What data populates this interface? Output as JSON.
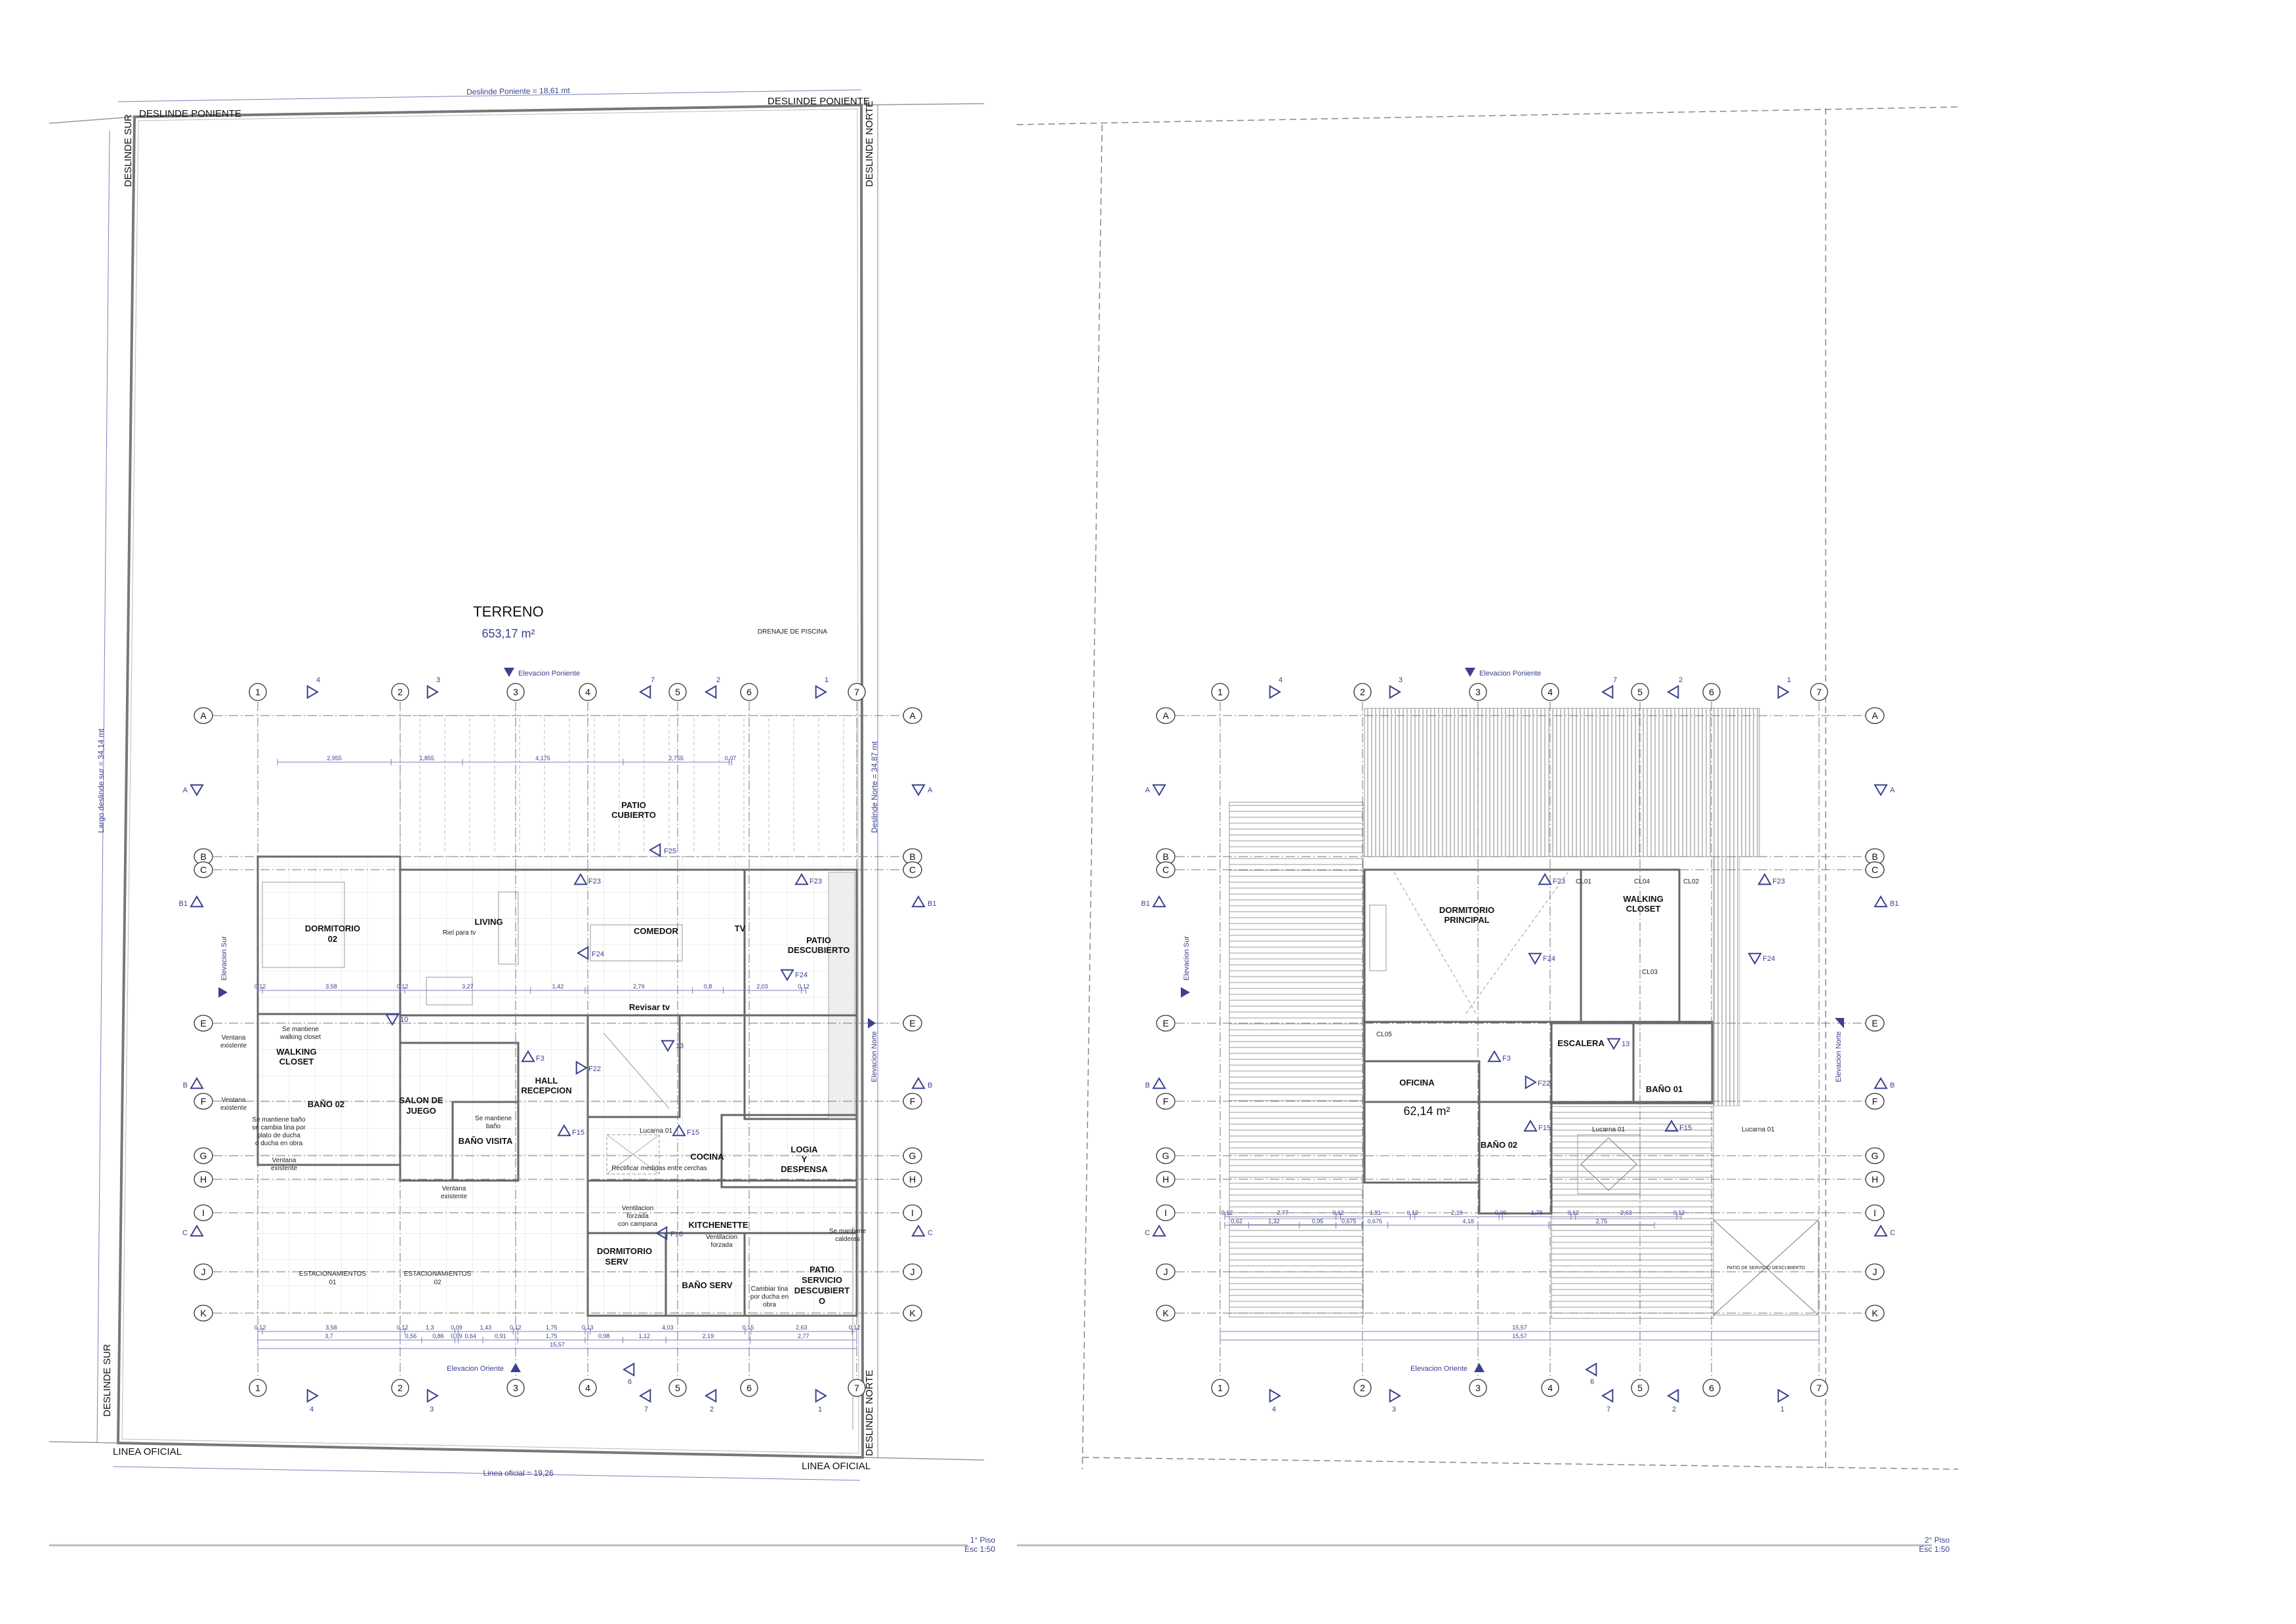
{
  "site": {
    "deslinde_poniente_label": "DESLINDE PONIENTE",
    "deslinde_poniente_dim": "Deslinde Poniente = 18,61 mt",
    "deslinde_sur_label": "DESLINDE SUR",
    "deslinde_norte_label": "DESLINDE NORTE",
    "largo_deslinde_sur": "Largo deslinde sur = 34,14 mt",
    "deslinde_norte_dim": "Deslinde Norte = 34,87 mt",
    "linea_oficial_label": "LINEA OFICIAL",
    "linea_oficial_dim": "Linea oficial = 19,26",
    "terreno_title": "TERRENO",
    "terreno_area": "653,17 m²",
    "drenaje": "DRENAJE DE PISCINA"
  },
  "grid": {
    "columns": [
      "1",
      "2",
      "3",
      "4",
      "5",
      "6",
      "7"
    ],
    "rows": [
      "A",
      "B",
      "C",
      "E",
      "F",
      "G",
      "H",
      "I",
      "J",
      "K"
    ]
  },
  "elevations": {
    "poniente": "Elevacion Poniente",
    "oriente": "Elevacion Oriente",
    "sur": "Elevacion Sur",
    "norte": "Elevacion Norte"
  },
  "markers": {
    "sections": [
      "A",
      "B1",
      "B",
      "C"
    ],
    "views_top": [
      "4",
      "3",
      "7",
      "2",
      "1"
    ],
    "views_bottom": [
      "4",
      "3",
      "6",
      "7",
      "2",
      "1"
    ],
    "refs": [
      "F23",
      "F24",
      "F25",
      "F3",
      "F15",
      "F16",
      "F22",
      "10",
      "13"
    ]
  },
  "plan1": {
    "sheet_title": "1° Piso",
    "sheet_scale": "Esc 1:50",
    "rooms": {
      "patio_cubierto": [
        "PATIO",
        "CUBIERTO"
      ],
      "dormitorio_02": [
        "DORMITORIO",
        "02"
      ],
      "living": "LIVING",
      "riel_tv": "Riel para tv",
      "comedor": "COMEDOR",
      "tv": "TV",
      "patio_descubierto": [
        "PATIO",
        "DESCUBIERTO"
      ],
      "walking_closet": [
        "WALKING",
        "CLOSET"
      ],
      "se_mantiene_walking": [
        "Se mantiene",
        "walking closet"
      ],
      "bano_02": "BAÑO 02",
      "salon_juego": [
        "SALON DE",
        "JUEGO"
      ],
      "bano_visita": "BAÑO VISITA",
      "se_mantiene_bano": [
        "Se mantiene",
        "baño"
      ],
      "hall": [
        "HALL",
        "RECEPCION"
      ],
      "revisar_tv": "Revisar tv",
      "lucarna": "Lucarna 01",
      "cocina": "COCINA",
      "rectificar": "Rectificar medidas entre cerchas",
      "logia": [
        "LOGIA",
        "Y",
        "DESPENSA"
      ],
      "kitchenette": "KITCHENETTE",
      "vent_campana": [
        "Ventilacion",
        "forzada",
        "con campana"
      ],
      "vent_forzada": [
        "Ventilacion",
        "forzada"
      ],
      "dormitorio_serv": [
        "DORMITORIO",
        "SERV"
      ],
      "bano_serv": "BAÑO SERV",
      "cambiar_tina": [
        "Cambiar tina",
        "por ducha en",
        "obra"
      ],
      "patio_servicio": [
        "PATIO",
        "SERVICIO",
        "DESCUBIERT",
        "O"
      ],
      "calderas": [
        "Se mantiene",
        "calderas"
      ],
      "cambia_tina_bano": [
        "Se mantiene baño",
        "se cambia tina por",
        "plato de ducha",
        "o ducha en obra"
      ],
      "estacionamiento_01": [
        "ESTACIONAMIENTOS",
        "01"
      ],
      "estacionamiento_02": [
        "ESTACIONAMIENTOS",
        "02"
      ],
      "ventana_existente": [
        "Ventana",
        "existente"
      ]
    },
    "dims_row1": [
      "0,12",
      "3,58",
      "0,12",
      "1,3",
      "0,09",
      "1,43",
      "0,12",
      "1,75",
      "0,13",
      "4,03",
      "0,15",
      "2,63",
      "0,12"
    ],
    "dims_row2": [
      "3,7",
      "0,56",
      "0,86",
      "0,09",
      "0,64",
      "0,91",
      "1,75",
      "0,98",
      "1,12",
      "2,19",
      "2,77"
    ],
    "dims_total": "15,57",
    "dims_top": [
      "2,955",
      "1,855",
      "4,175",
      "2,755",
      "0,07"
    ],
    "dims_mid": [
      "0,12",
      "3,58",
      "0,12",
      "3,27",
      "1,42",
      "2,79",
      "0,8",
      "2,03",
      "0,12"
    ]
  },
  "plan2": {
    "sheet_title": "2° Piso",
    "sheet_scale": "Esc 1:50",
    "rooms": {
      "dormitorio_principal": [
        "DORMITORIO",
        "PRINCIPAL"
      ],
      "walking_closet": [
        "WALKING",
        "CLOSET"
      ],
      "escalera": "ESCALERA",
      "bano_01": "BAÑO 01",
      "oficina": "OFICINA",
      "area": "62,14 m²",
      "bano_02": "BAÑO 02",
      "lucarna": "Lucarna 01",
      "patio_servicio": "PATIO DE SERVICIO DESCUBIERTO",
      "closets": [
        "CL01",
        "CL04",
        "CL02",
        "CL03",
        "CL05"
      ]
    },
    "dims_row1": [
      "0,12",
      "2,77",
      "0,12",
      "1,81",
      "0,12",
      "2,19",
      "0,09",
      "1,78",
      "0,12",
      "2,63",
      "0,12"
    ],
    "dims_row2": [
      "0,62",
      "1,32",
      "0,95",
      "0,675",
      "0,675",
      "4,18",
      "2,75"
    ],
    "dims_total": "15,57"
  }
}
